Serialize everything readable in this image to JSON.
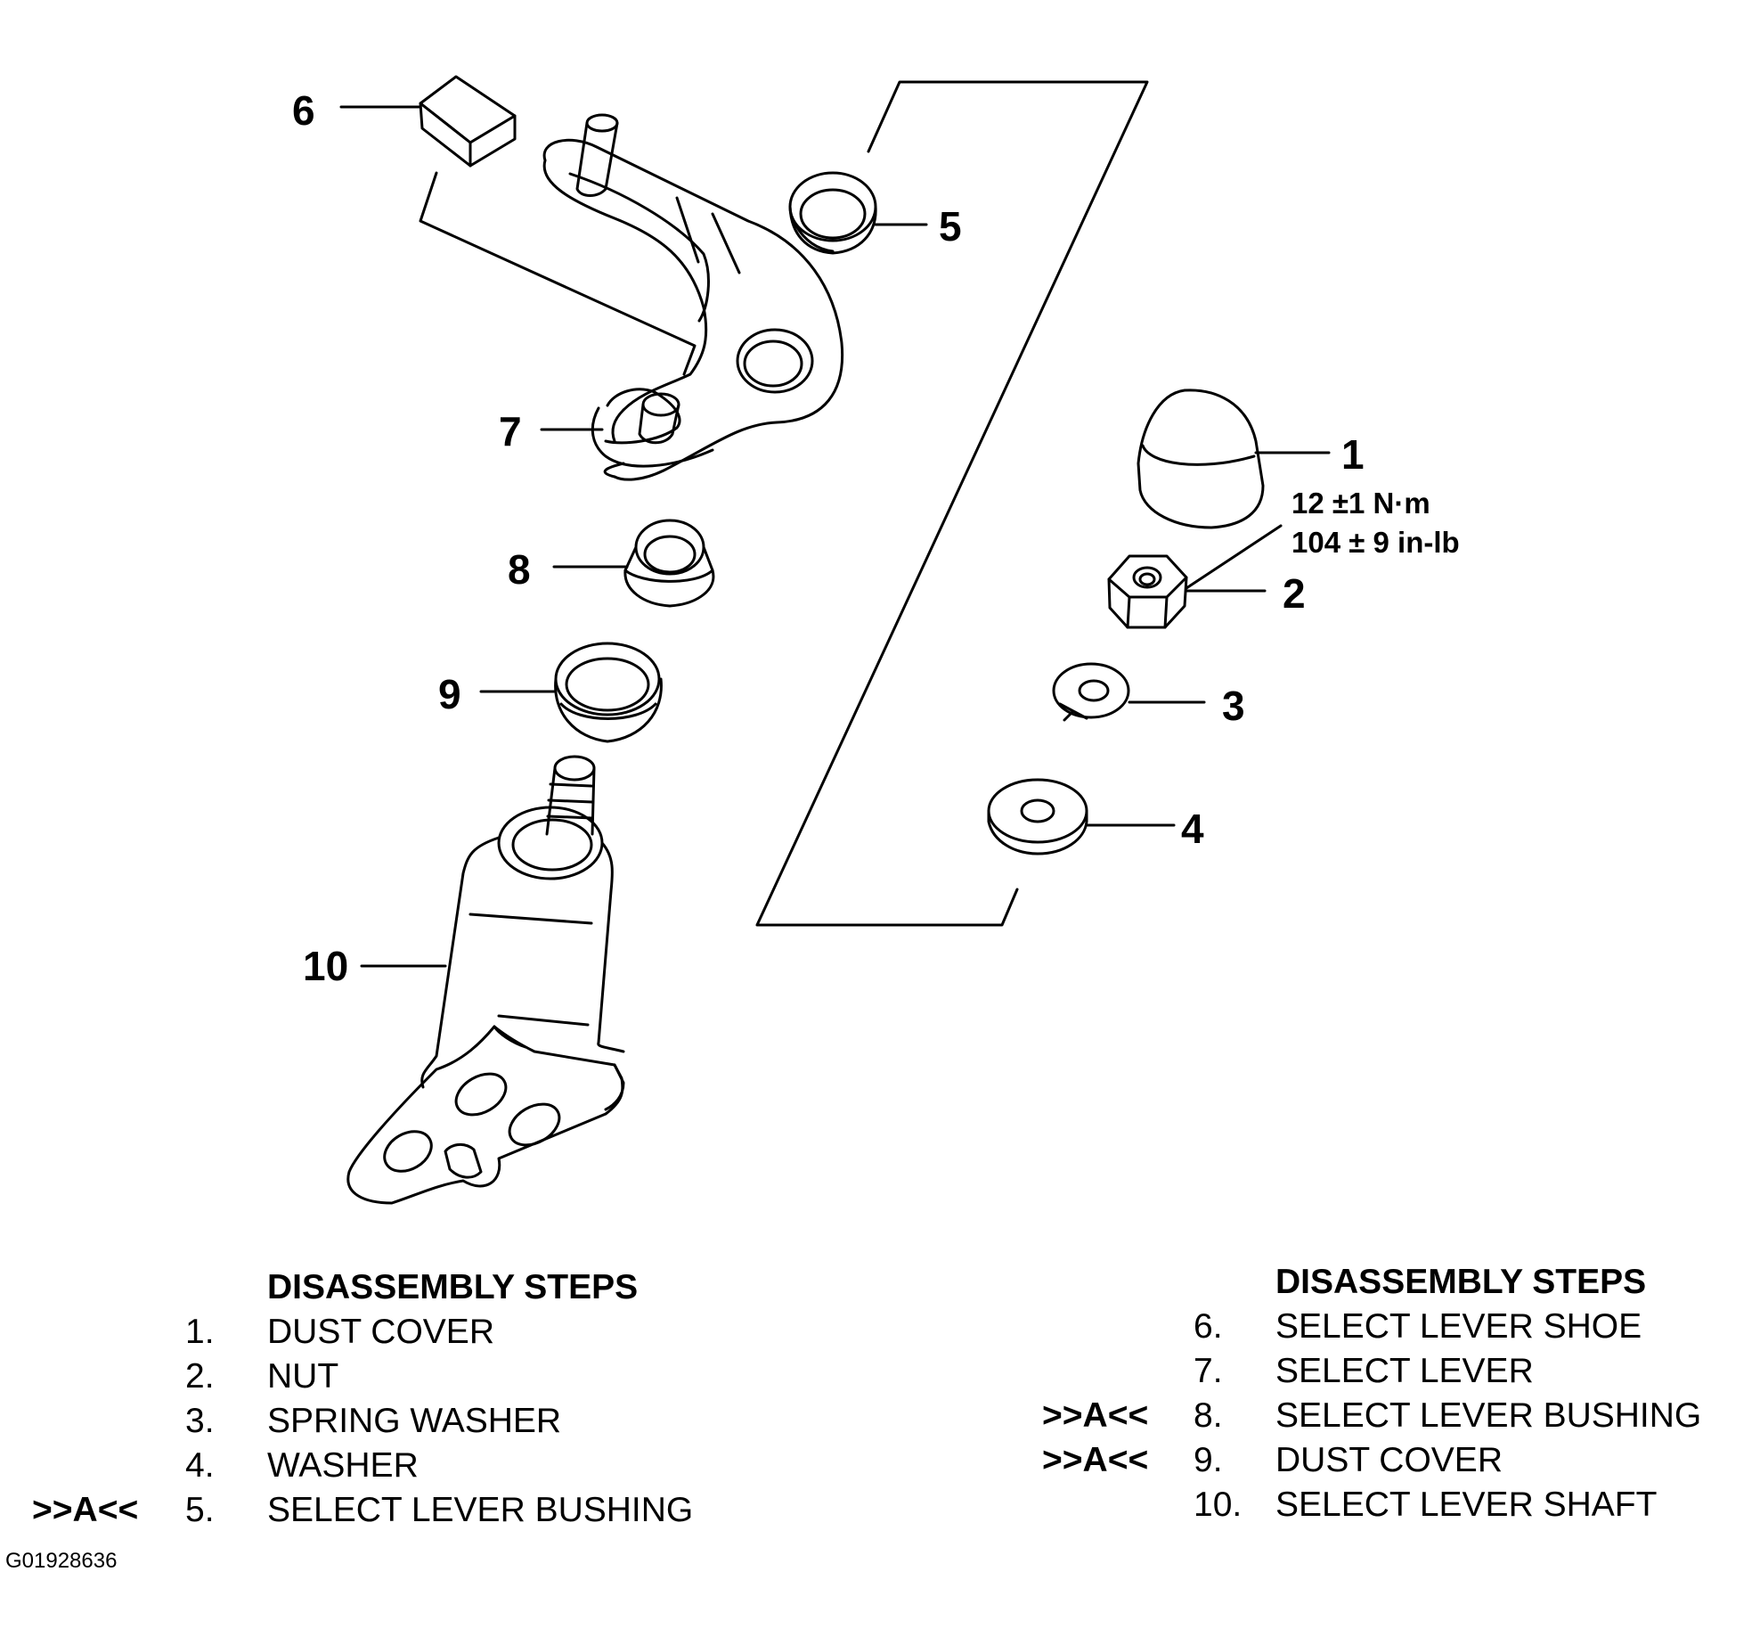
{
  "callouts": [
    "1",
    "2",
    "3",
    "4",
    "5",
    "6",
    "7",
    "8",
    "9",
    "10"
  ],
  "torque": {
    "line1": "12 ±1 N·m",
    "line2": "104 ± 9 in-lb"
  },
  "steps_left": {
    "header": "DISASSEMBLY STEPS",
    "items": [
      {
        "mark": "",
        "num": "1.",
        "text": "DUST COVER"
      },
      {
        "mark": "",
        "num": "2.",
        "text": "NUT"
      },
      {
        "mark": "",
        "num": "3.",
        "text": "SPRING WASHER"
      },
      {
        "mark": "",
        "num": "4.",
        "text": "WASHER"
      },
      {
        "mark": ">>A<<",
        "num": "5.",
        "text": "SELECT LEVER BUSHING"
      }
    ]
  },
  "steps_right": {
    "header": "DISASSEMBLY STEPS",
    "items": [
      {
        "mark": "",
        "num": "6.",
        "text": "SELECT LEVER SHOE"
      },
      {
        "mark": "",
        "num": "7.",
        "text": "SELECT LEVER"
      },
      {
        "mark": ">>A<<",
        "num": "8.",
        "text": "SELECT LEVER BUSHING"
      },
      {
        "mark": ">>A<<",
        "num": "9.",
        "text": "DUST COVER"
      },
      {
        "mark": "",
        "num": "10.",
        "text": "SELECT LEVER SHAFT"
      }
    ]
  },
  "figure_id": "G01928636"
}
